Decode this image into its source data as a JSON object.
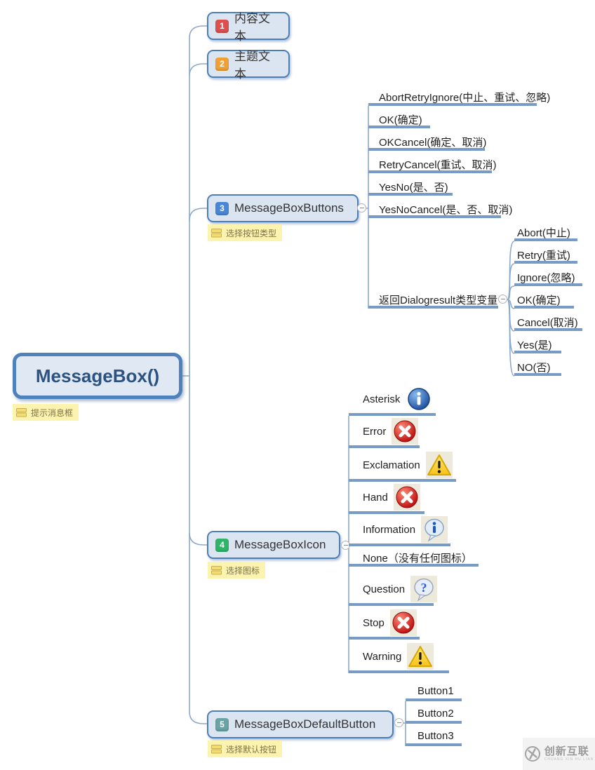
{
  "root": {
    "label": "MessageBox()",
    "note": "提示消息框"
  },
  "branches": [
    {
      "badge": "1",
      "badge_color": "#dd4f4f",
      "label": "内容文本"
    },
    {
      "badge": "2",
      "badge_color": "#f0a135",
      "label": "主题文本"
    },
    {
      "badge": "3",
      "badge_color": "#4a86d8",
      "label": "MessageBoxButtons",
      "note": "选择按钮类型",
      "children": [
        {
          "label": "AbortRetryIgnore(中止、重试、忽略)"
        },
        {
          "label": "OK(确定)"
        },
        {
          "label": "OKCancel(确定、取消)"
        },
        {
          "label": "RetryCancel(重试、取消)"
        },
        {
          "label": "YesNo(是、否)"
        },
        {
          "label": "YesNoCancel(是、否、取消)"
        },
        {
          "label": "返回Dialogresult类型变量",
          "children": [
            {
              "label": "Abort(中止)"
            },
            {
              "label": "Retry(重试)"
            },
            {
              "label": "Ignore(忽略)"
            },
            {
              "label": "OK(确定)"
            },
            {
              "label": "Cancel(取消)"
            },
            {
              "label": "Yes(是)"
            },
            {
              "label": "NO(否)"
            }
          ]
        }
      ]
    },
    {
      "badge": "4",
      "badge_color": "#2fb56a",
      "label": "MessageBoxIcon",
      "note": "选择图标",
      "children": [
        {
          "label": "Asterisk",
          "icon": "info-circle-icon"
        },
        {
          "label": "Error",
          "icon": "error-circle-icon"
        },
        {
          "label": "Exclamation",
          "icon": "warning-triangle-icon"
        },
        {
          "label": "Hand",
          "icon": "error-circle-icon"
        },
        {
          "label": "Information",
          "icon": "info-bubble-icon"
        },
        {
          "label": "None（没有任何图标）",
          "icon": ""
        },
        {
          "label": "Question",
          "icon": "question-bubble-icon"
        },
        {
          "label": "Stop",
          "icon": "error-circle-icon"
        },
        {
          "label": "Warning",
          "icon": "warning-triangle-icon"
        }
      ]
    },
    {
      "badge": "5",
      "badge_color": "#68a3a6",
      "label": "MessageBoxDefaultButton",
      "note": "选择默认按钮",
      "children": [
        {
          "label": "Button1"
        },
        {
          "label": "Button2"
        },
        {
          "label": "Button3"
        }
      ]
    }
  ],
  "colors": {
    "node_fill": "#dbe5f2",
    "node_border": "#4a7ebb",
    "underline": "#769bc4",
    "sticky_bg": "#fcf3ae"
  },
  "watermark": {
    "title": "创新互联",
    "subtitle": "CHUANG XIN HU LIAN"
  }
}
